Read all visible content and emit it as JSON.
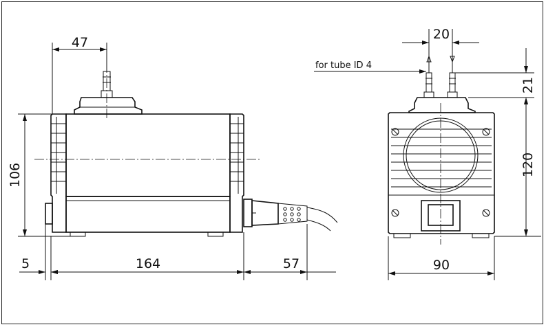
{
  "drawing": {
    "side_view": {
      "dim_top": "47",
      "dim_height": "106",
      "dim_left_offset": "5",
      "dim_length": "164",
      "dim_cable": "57"
    },
    "front_view": {
      "dim_port_spacing": "20",
      "dim_port_height": "21",
      "dim_height": "120",
      "dim_width": "90",
      "port_note": "for tube ID 4"
    }
  }
}
